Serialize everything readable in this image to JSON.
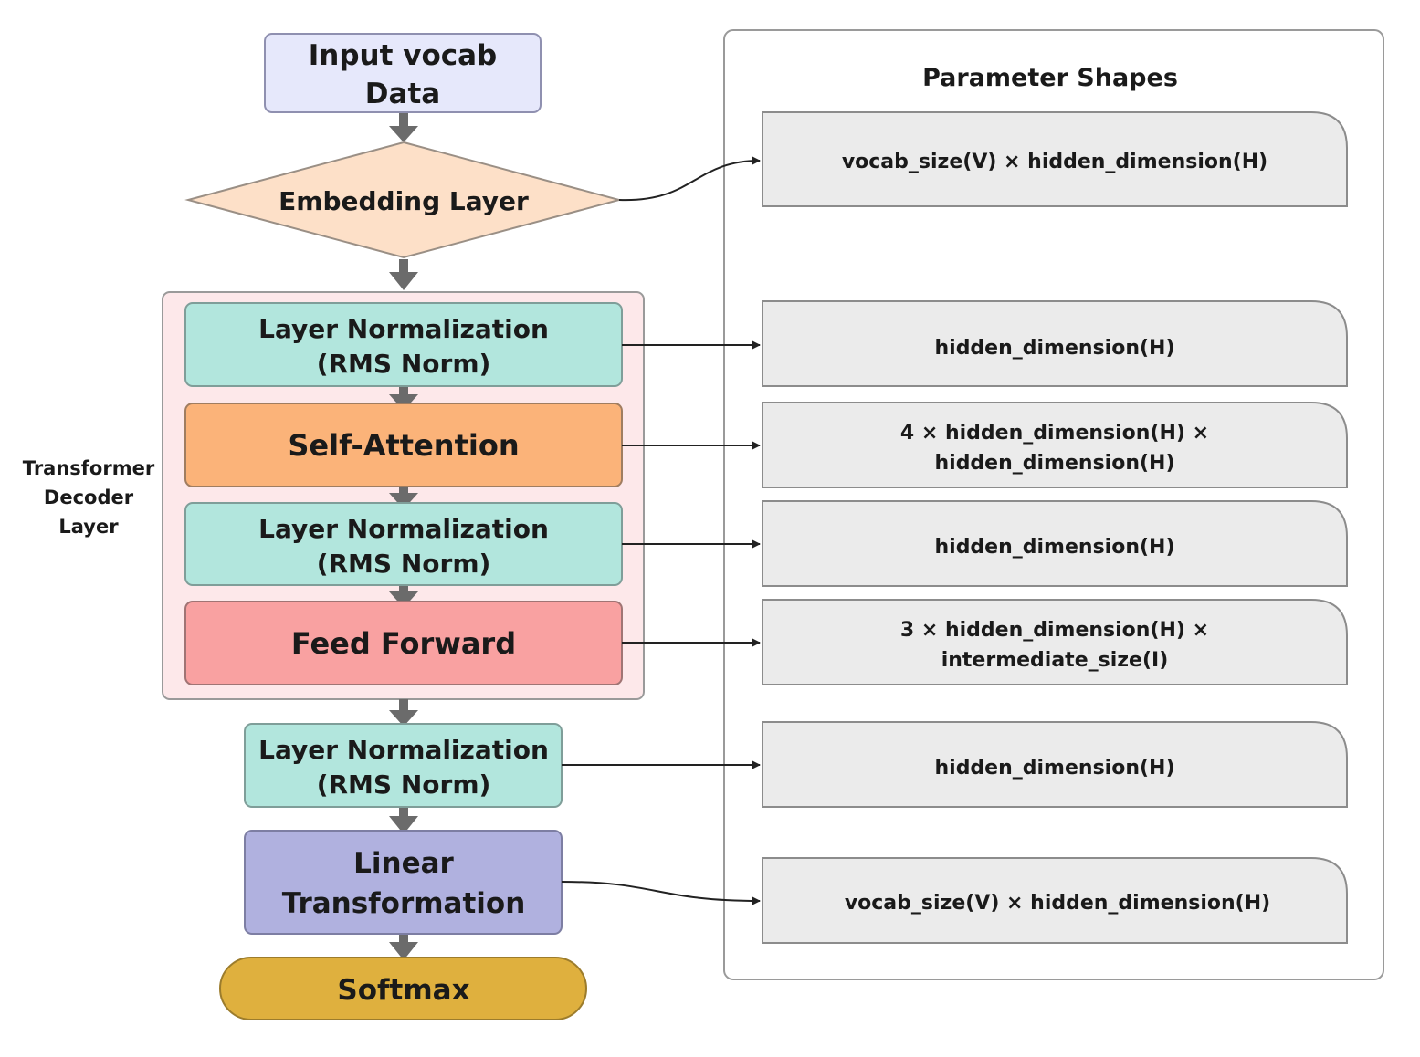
{
  "colors": {
    "input": "#e6e8fb",
    "embedding": "#fde0c8",
    "layer_norm": "#b2e6dd",
    "self_attention": "#fbb379",
    "feed_forward": "#f9a1a1",
    "linear": "#b0b1df",
    "softmax": "#dfb03e",
    "decoder_group": "#fde8ea",
    "shape_box": "#ebebeb",
    "arrow_flow": "#6b6b6b",
    "connector": "#222222"
  },
  "flow": {
    "input": {
      "line1": "Input vocab",
      "line2": "Data"
    },
    "embedding": {
      "label": "Embedding Layer"
    },
    "decoder": {
      "label_line1": "Transformer",
      "label_line2": "Decoder",
      "label_line3": "Layer",
      "ln1": {
        "line1": "Layer Normalization",
        "line2": "(RMS Norm)"
      },
      "self_attention": {
        "label": "Self-Attention"
      },
      "ln2": {
        "line1": "Layer Normalization",
        "line2": "(RMS Norm)"
      },
      "feed_forward": {
        "label": "Feed Forward"
      }
    },
    "final_ln": {
      "line1": "Layer Normalization",
      "line2": "(RMS Norm)"
    },
    "linear": {
      "line1": "Linear",
      "line2": "Transformation"
    },
    "softmax": {
      "label": "Softmax"
    }
  },
  "panel": {
    "title": "Parameter Shapes",
    "shapes": [
      {
        "line1": "vocab_size(V) × hidden_dimension(H)",
        "line2": ""
      },
      {
        "line1": "hidden_dimension(H)",
        "line2": ""
      },
      {
        "line1": "4 × hidden_dimension(H) ×",
        "line2": "hidden_dimension(H)"
      },
      {
        "line1": "hidden_dimension(H)",
        "line2": ""
      },
      {
        "line1": "3 × hidden_dimension(H) ×",
        "line2": "intermediate_size(I)"
      },
      {
        "line1": "hidden_dimension(H)",
        "line2": ""
      },
      {
        "line1": "vocab_size(V) × hidden_dimension(H)",
        "line2": ""
      }
    ]
  }
}
